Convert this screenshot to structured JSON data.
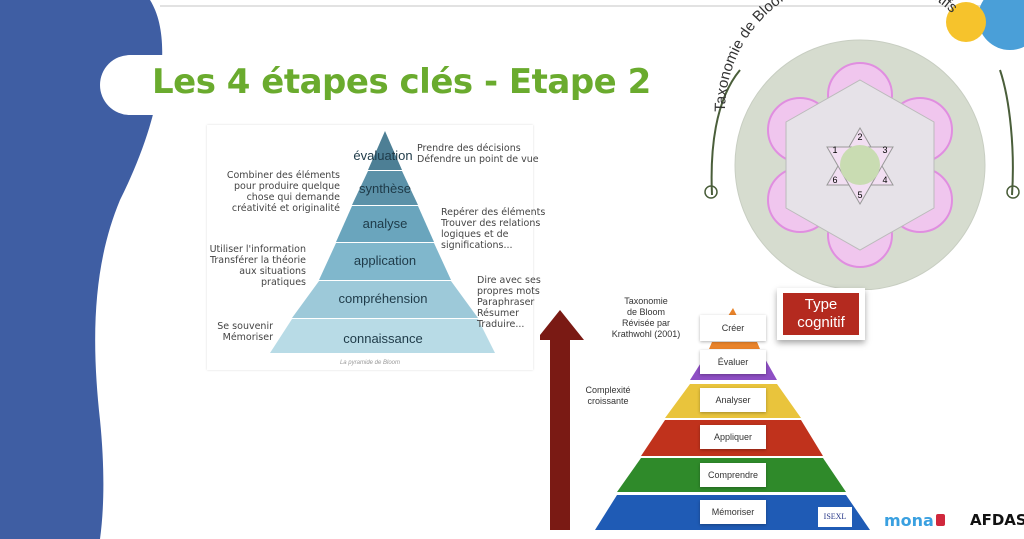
{
  "slide": {
    "title": "Les 4 étapes clés - Etape 2"
  },
  "bloom_pyramid": {
    "caption": "La pyramide de Bloom",
    "levels": [
      "évaluation",
      "synthèse",
      "analyse",
      "application",
      "compréhension",
      "connaissance"
    ],
    "notes": {
      "evaluation": [
        "Prendre des décisions",
        "Défendre un point de vue"
      ],
      "synthese": [
        "Combiner des éléments",
        "pour  produire quelque",
        "chose qui demande",
        "créativité et originalité"
      ],
      "analyse": [
        "Repérer des éléments",
        "Trouver des relations",
        "logiques et de",
        "significations..."
      ],
      "application": [
        "Utiliser l'information",
        "Transférer la théorie",
        "aux situations pratiques"
      ],
      "comprehension": [
        "Dire avec ses",
        "propres mots",
        "Paraphraser",
        "Résumer",
        "Traduire..."
      ],
      "connaissance": [
        "Se souvenir",
        "Mémoriser"
      ]
    }
  },
  "wheel": {
    "title": "Taxonomie de Bloom - Taxonomie des objectifs",
    "numbers": [
      "2",
      "3",
      "4",
      "5",
      "6",
      "1"
    ]
  },
  "revised": {
    "caption": [
      "Taxonomie",
      "de Bloom",
      "Révisée par",
      "Krathwohl (2001)"
    ],
    "arrow_label": [
      "Complexité",
      "croissante"
    ],
    "type_box": [
      "Type",
      "cognitif"
    ],
    "levels": [
      "Créer",
      "Évaluer",
      "Analyser",
      "Appliquer",
      "Comprendre",
      "Mémoriser"
    ],
    "colors": [
      "#e8832a",
      "#8e4fc4",
      "#e9c43c",
      "#c0321c",
      "#2f8a2a",
      "#1f5bb5"
    ],
    "stamp": "ISEXL"
  },
  "logos": {
    "mona": "mona",
    "afdas": "AFDAS"
  },
  "colors": {
    "sidebar": "#3f5ea3",
    "title": "#6aab2e"
  }
}
